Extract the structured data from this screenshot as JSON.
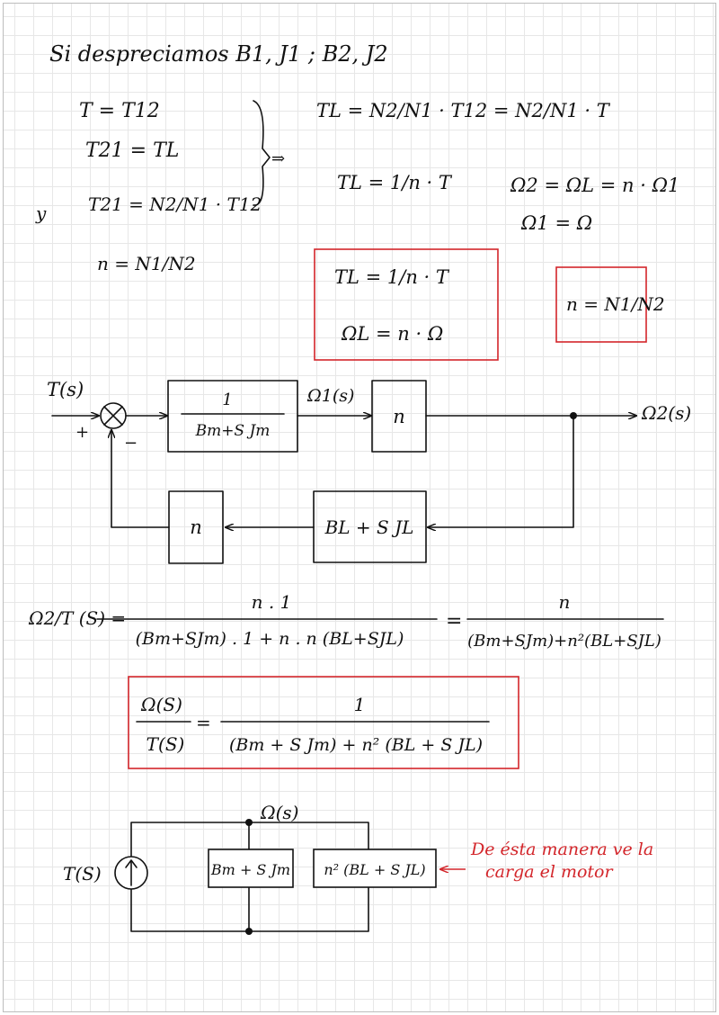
{
  "page": {
    "heading": "Si despreciamos B1, J1 ; B2, J2",
    "left_equations": [
      "T = T12",
      "T21 = TL",
      "T21 = N2/N1 · T12",
      "n = N1/N2"
    ],
    "left_marker": "y",
    "implies_arrow": "⇒",
    "right_equations": [
      "TL = N2/N1 · T12 = N2/N1 · T",
      "TL = 1/n · T",
      "Ω2 = ΩL = n · Ω1",
      "Ω1 = Ω"
    ],
    "boxed_result_1": [
      "TL = 1/n · T",
      "ΩL = n · Ω"
    ],
    "boxed_result_2": "n = N1/N2"
  },
  "block_diagram": {
    "input_label": "T(s)",
    "plus_sign": "+",
    "minus_sign": "−",
    "block_motor": "1 / (Bm + S Jm)",
    "block_motor_num": "1",
    "block_motor_den": "Bm+S Jm",
    "omega1_label": "Ω1(s)",
    "block_gear": "n",
    "output_label": "Ω2(s)",
    "block_load": "BL + S JL",
    "block_feedback_gear": "n"
  },
  "transfer": {
    "lhs": "Ω2/T (S) =",
    "num1": "n . 1",
    "den1": "(Bm+SJm) . 1 + n . n (BL+SJL)",
    "eq": "=",
    "num2": "n",
    "den2": "(Bm+SJm)+n²(BL+SJL)",
    "boxed_lhs_num": "Ω(S)",
    "boxed_lhs_den": "T(S)",
    "boxed_num": "1",
    "boxed_den": "(Bm + S Jm) + n² (BL + S JL)"
  },
  "circuit": {
    "omega_label": "Ω(s)",
    "source_label": "T(S)",
    "box1": "Bm + S Jm",
    "box2": "n² (BL + S JL)",
    "note_line1": "De ésta manera ve la",
    "note_line2": "carga el motor"
  },
  "colors": {
    "ink": "#111111",
    "highlight": "#d3262b",
    "grid": "#e7e7e7"
  }
}
